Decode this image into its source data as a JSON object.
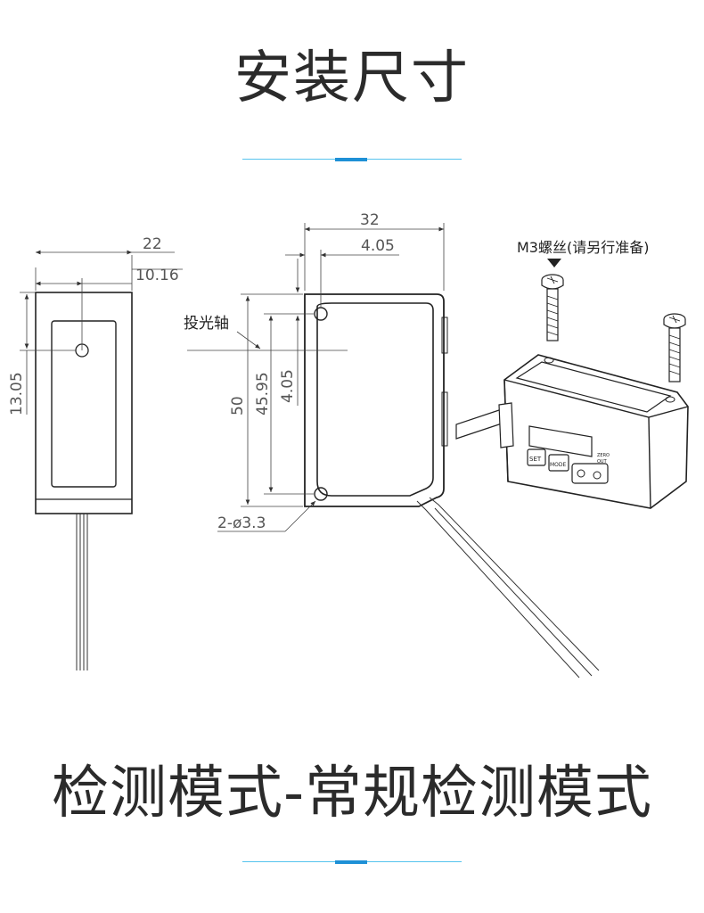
{
  "header": {
    "title": "安装尺寸"
  },
  "section2": {
    "title": "检测模式-常规检测模式"
  },
  "colors": {
    "accent": "#1e90d6",
    "line": "#56c3ee",
    "text": "#2b2b2b"
  },
  "drawing": {
    "side_view": {
      "width_dim": "22",
      "offset_dim": "10.16",
      "height_dim": "13.05"
    },
    "front_view": {
      "width_dim": "32",
      "hole_offset_dim": "4.05",
      "height_dim": "50",
      "hole_spacing_dim": "45.95",
      "hole_vertical_dim": "4.05",
      "axis_label": "投光轴",
      "hole_label": "2-ø3.3"
    },
    "perspective_view": {
      "screw_label": "M3螺丝(请另行准备)",
      "set_button": "SET",
      "mode_button": "MODE",
      "small_text_1": "ZERO",
      "small_text_2": "OUT"
    }
  }
}
